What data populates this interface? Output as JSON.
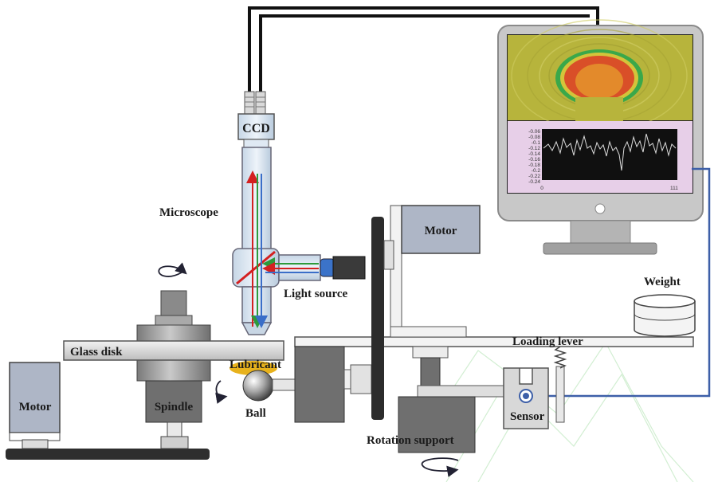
{
  "labels": {
    "ccd": "CCD",
    "microscope": "Microscope",
    "light_source": "Light source",
    "motor_top": "Motor",
    "weight": "Weight",
    "loading_lever": "Loading lever",
    "glass_disk": "Glass disk",
    "lubricant": "Lubricant",
    "motor_left": "Motor",
    "spindle": "Spindle",
    "ball": "Ball",
    "sensor": "Sensor",
    "rotation_support": "Rotation support"
  },
  "plot": {
    "y_ticks": [
      "-0.06",
      "-0.08",
      "-0.1",
      "-0.12",
      "-0.14",
      "-0.16",
      "-0.18",
      "-0.2",
      "-0.22",
      "-0.24"
    ],
    "x_ticks": [
      "0",
      "111"
    ]
  },
  "colors": {
    "beam_red": "#d42020",
    "beam_green": "#2e9a3a",
    "beam_blue": "#3a6ec8",
    "cable": "#111111",
    "signal_wire": "#3d5fa8",
    "component_fill": "#9a9a9a",
    "tube_fill": "#d7e4f0"
  },
  "icons": [
    "rotation-arrow-icon"
  ]
}
